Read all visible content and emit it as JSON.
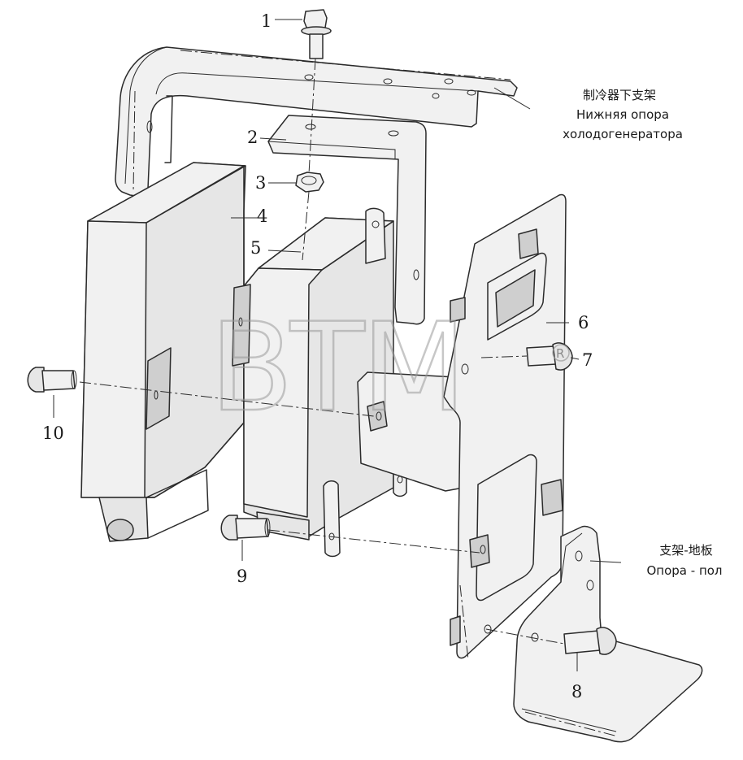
{
  "callouts": {
    "n1": "1",
    "n2": "2",
    "n3": "3",
    "n4": "4",
    "n5": "5",
    "n6": "6",
    "n7": "7",
    "n8": "8",
    "n9": "9",
    "n10": "10"
  },
  "labels": {
    "upper_support_cn": "制冷器下支架",
    "upper_support_ru_1": "Нижняя опора",
    "upper_support_ru_2": "холодогенератора",
    "floor_support_cn": "支架-地板",
    "floor_support_ru": "Опора - пол"
  },
  "watermark": {
    "text": "BTM",
    "registered": "R"
  }
}
